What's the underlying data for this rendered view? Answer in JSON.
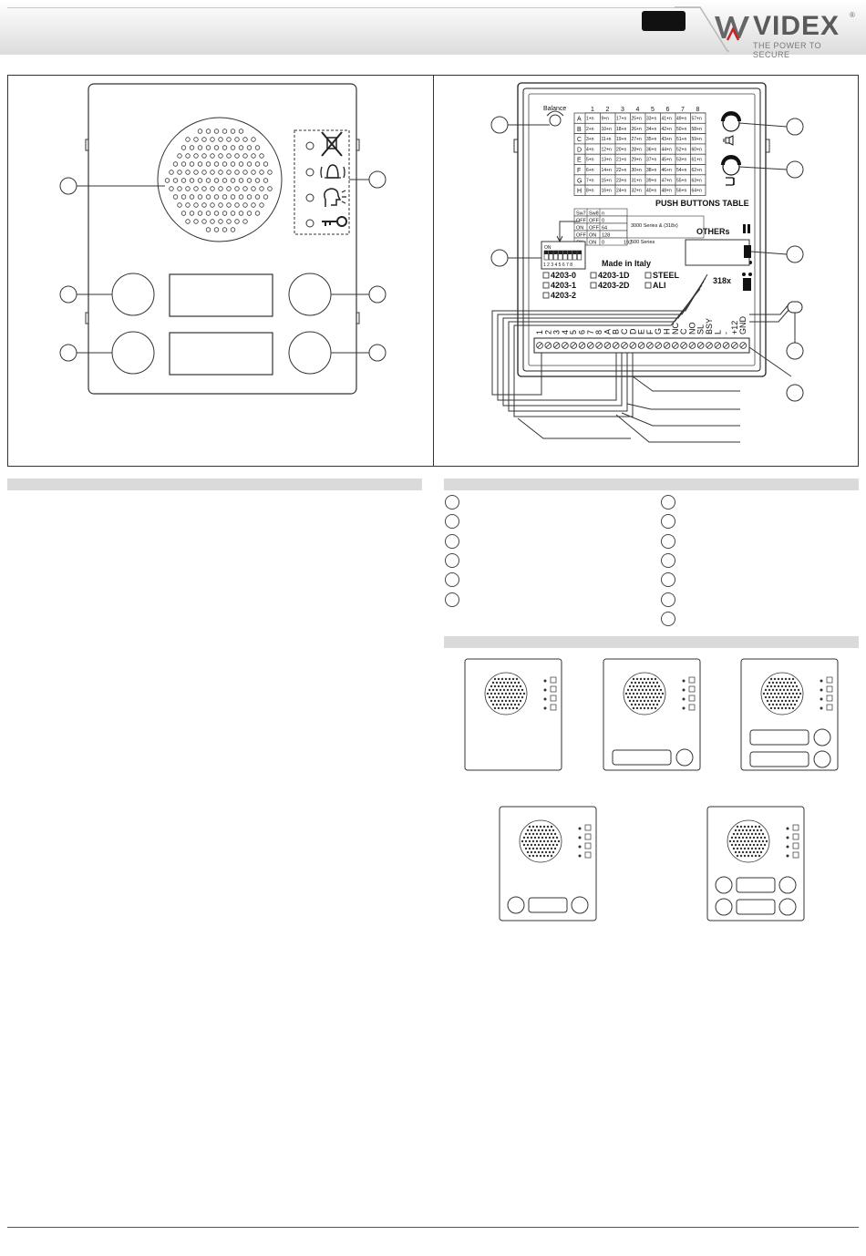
{
  "brand": {
    "name": "VIDEX",
    "tagline": "THE POWER TO SECURE",
    "registered": "®"
  },
  "diagram_front": {
    "labels": {}
  },
  "diagram_back": {
    "balance": "Balance",
    "table_title": "PUSH BUTTONS TABLE",
    "col_headers": [
      "1",
      "2",
      "3",
      "4",
      "5",
      "6",
      "7",
      "8"
    ],
    "row_headers": [
      "A",
      "B",
      "C",
      "D",
      "E",
      "F",
      "G",
      "H"
    ],
    "cells": [
      [
        "1+n",
        "9+n",
        "17+n",
        "25+n",
        "33+n",
        "41+n",
        "49+n",
        "57+n"
      ],
      [
        "2+n",
        "10+n",
        "18+n",
        "26+n",
        "34+n",
        "42+n",
        "50+n",
        "58+n"
      ],
      [
        "3+n",
        "11+n",
        "19+n",
        "27+n",
        "35+n",
        "43+n",
        "51+n",
        "59+n"
      ],
      [
        "4+n",
        "12+n",
        "20+n",
        "28+n",
        "36+n",
        "44+n",
        "52+n",
        "60+n"
      ],
      [
        "5+n",
        "13+n",
        "21+n",
        "29+n",
        "37+n",
        "45+n",
        "53+n",
        "61+n"
      ],
      [
        "6+n",
        "14+n",
        "22+n",
        "30+n",
        "38+n",
        "46+n",
        "54+n",
        "62+n"
      ],
      [
        "7+n",
        "15+n",
        "23+n",
        "31+n",
        "39+n",
        "47+n",
        "55+n",
        "63+n"
      ],
      [
        "8+n",
        "16+n",
        "24+n",
        "32+n",
        "40+n",
        "48+n",
        "56+n",
        "64+n"
      ]
    ],
    "sw_headers": [
      "Sw7",
      "Sw8",
      "n"
    ],
    "sw_rows": [
      [
        "OFF",
        "OFF",
        "0"
      ],
      [
        "ON",
        "OFF",
        "64"
      ],
      [
        "OFF",
        "ON",
        "128"
      ],
      [
        "ON",
        "ON",
        "0",
        "192"
      ]
    ],
    "series_a": "3000 Series & (318x)",
    "series_b": "500 Series",
    "series_c": "318x",
    "dip_on": "ON",
    "dip_nums": "1 2 3 4 5 6 7 8",
    "made_in": "Made in Italy",
    "others": "OTHERs",
    "model_318": "318x",
    "models": [
      "4203-0",
      "4203-1D",
      "STEEL",
      "4203-1",
      "4203-2D",
      "ALI",
      "4203-2"
    ],
    "terminals": [
      "1",
      "2",
      "3",
      "4",
      "5",
      "6",
      "7",
      "8",
      "A",
      "B",
      "C",
      "D",
      "E",
      "F",
      "G",
      "H",
      "NC",
      "C",
      "NO",
      "SL",
      "BSY",
      "L",
      "-",
      "+12",
      "GND"
    ]
  }
}
